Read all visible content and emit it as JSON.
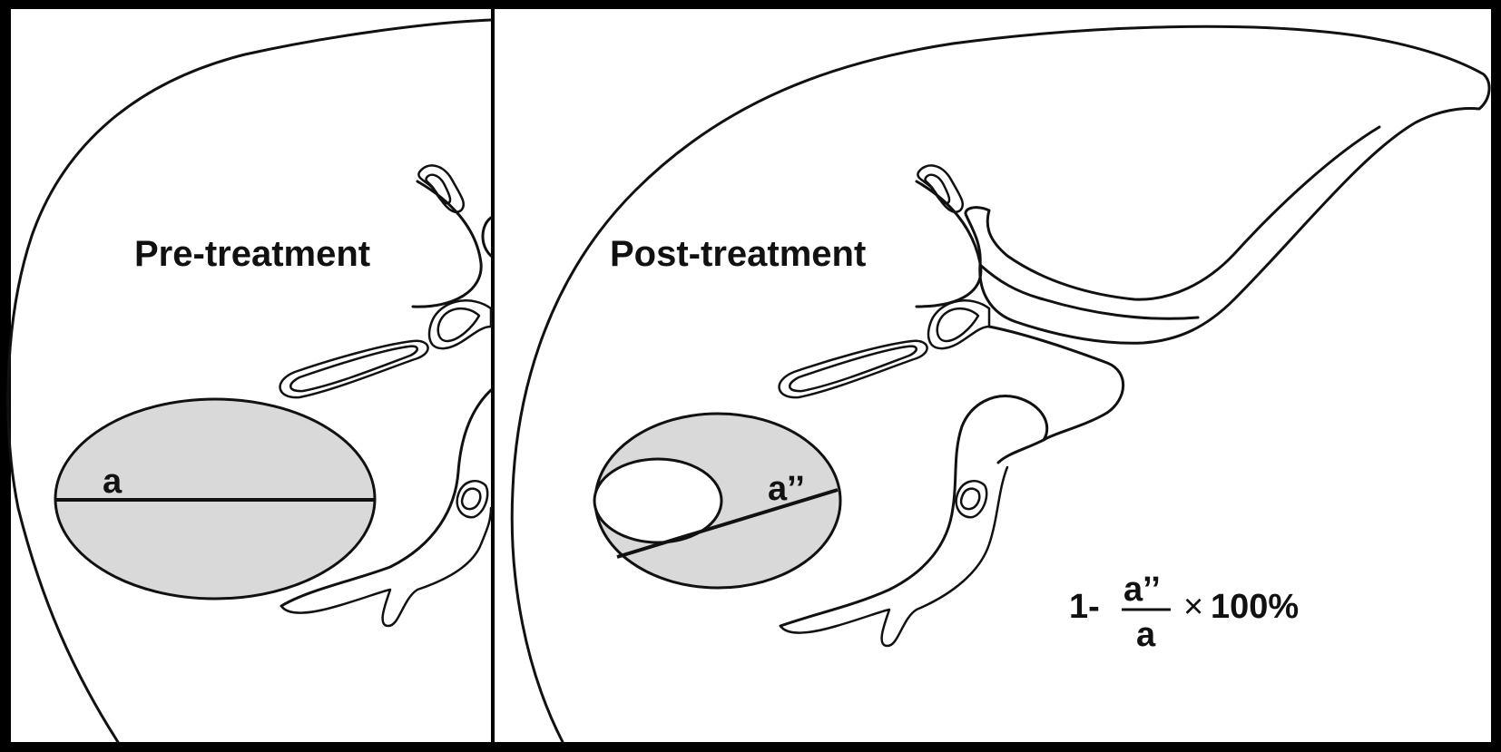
{
  "panels": {
    "pre": {
      "title": "Pre-treatment",
      "diameter_label": "a"
    },
    "post": {
      "title": "Post-treatment",
      "diameter_label": "a’’"
    }
  },
  "formula": {
    "prefix": "1-",
    "numerator": "a’’",
    "denominator": "a",
    "times": "×",
    "suffix": "100%"
  },
  "colors": {
    "background": "#000000",
    "panel": "#ffffff",
    "tumor_fill": "#d9d9d9",
    "line": "#111111"
  }
}
